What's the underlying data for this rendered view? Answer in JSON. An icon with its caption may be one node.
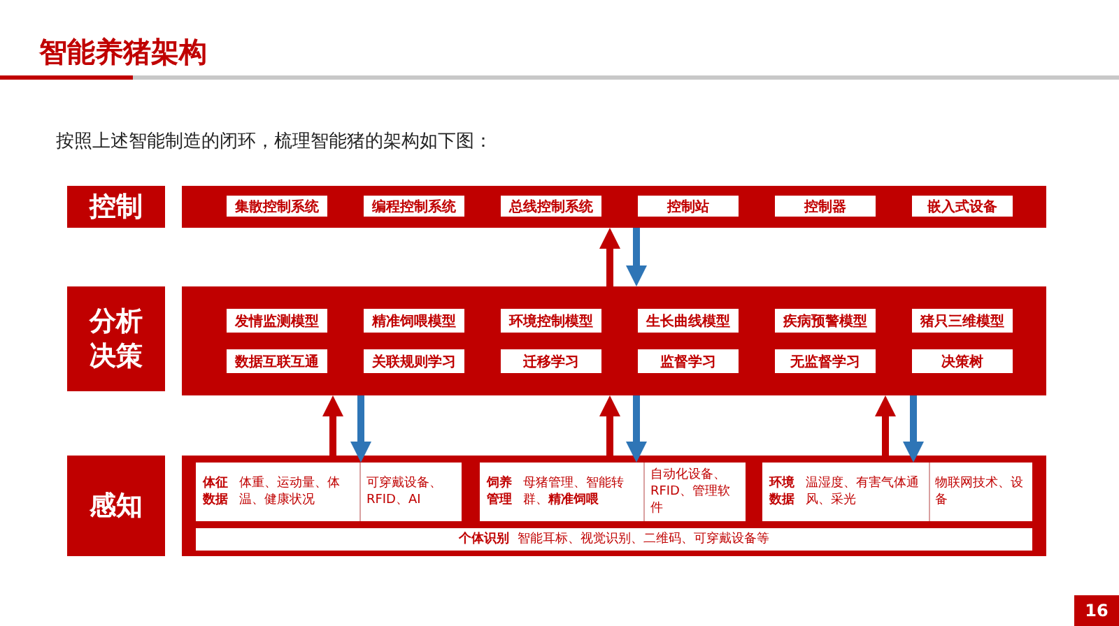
{
  "diagram": {
    "title": "智能养猪架构",
    "nodes": [
      {
        "text": [
          "控制"
        ]
      },
      {
        "text": [],
        "shape": "bar"
      },
      {
        "text": [
          "集散控制系统"
        ],
        "in": 1
      },
      {
        "text": [
          "编程控制系统"
        ],
        "in": 1
      },
      {
        "text": [
          "总线控制系统"
        ],
        "in": 1
      },
      {
        "text": [
          "控制站"
        ],
        "in": 1
      },
      {
        "text": [
          "控制器"
        ],
        "in": 1
      },
      {
        "text": [
          "嵌入式设备"
        ],
        "in": 1
      },
      {
        "text": [
          "分析决策"
        ]
      },
      {
        "text": [],
        "shape": "bar"
      },
      {
        "text": [
          "发情监测模型"
        ],
        "in": 9
      },
      {
        "text": [
          "精准饲喂模型"
        ],
        "in": 9
      },
      {
        "text": [
          "环境控制模型"
        ],
        "in": 9
      },
      {
        "text": [
          "生长曲线模型"
        ],
        "in": 9
      },
      {
        "text": [
          "疾病预警模型"
        ],
        "in": 9
      },
      {
        "text": [
          "猪只三维模型"
        ],
        "in": 9
      },
      {
        "text": [
          "数据互联互通"
        ],
        "in": 9
      },
      {
        "text": [
          "关联规则学习"
        ],
        "in": 9
      },
      {
        "text": [
          "迁移学习"
        ],
        "in": 9
      },
      {
        "text": [
          "监督学习"
        ],
        "in": 9
      },
      {
        "text": [
          "无监督学习"
        ],
        "in": 9
      },
      {
        "text": [
          "决策树"
        ],
        "in": 9
      },
      {
        "text": [
          "感知"
        ]
      },
      {
        "text": [],
        "shape": "bar"
      },
      {
        "text": [
          "体征数据",
          "体重、运动量、体温、健康状况",
          "可穿戴设备、RFID、AI"
        ],
        "in": 23
      },
      {
        "text": [
          "饲养管理",
          "母猪管理、智能转群、**精准饲喂**",
          "自动化设备、RFID、管理软件"
        ],
        "in": 23
      },
      {
        "text": [
          "环境数据",
          "温湿度、有害气体通风、采光",
          "物联网技术、设备"
        ],
        "in": 23
      },
      {
        "text": [
          "个体识别",
          "智能耳标、视觉识别、二维码、可穿戴设备等"
        ],
        "in": 23
      }
    ],
    "edges": [
      {
        "from": 9,
        "to": 1,
        "arrow": "to"
      },
      {
        "from": 1,
        "to": 9,
        "arrow": "to",
        "color": "#2e75b6"
      },
      {
        "from": 24,
        "to": 9,
        "arrow": "to"
      },
      {
        "from": 9,
        "to": 24,
        "arrow": "to",
        "color": "#2e75b6"
      },
      {
        "from": 25,
        "to": 9,
        "arrow": "to"
      },
      {
        "from": 9,
        "to": 25,
        "arrow": "to",
        "color": "#2e75b6"
      },
      {
        "from": 26,
        "to": 9,
        "arrow": "to"
      },
      {
        "from": 9,
        "to": 26,
        "arrow": "to",
        "color": "#2e75b6"
      }
    ],
    "labels": [
      "按照上述智能制造的闭环，梳理智能猪的架构如下图：",
      "16"
    ]
  }
}
